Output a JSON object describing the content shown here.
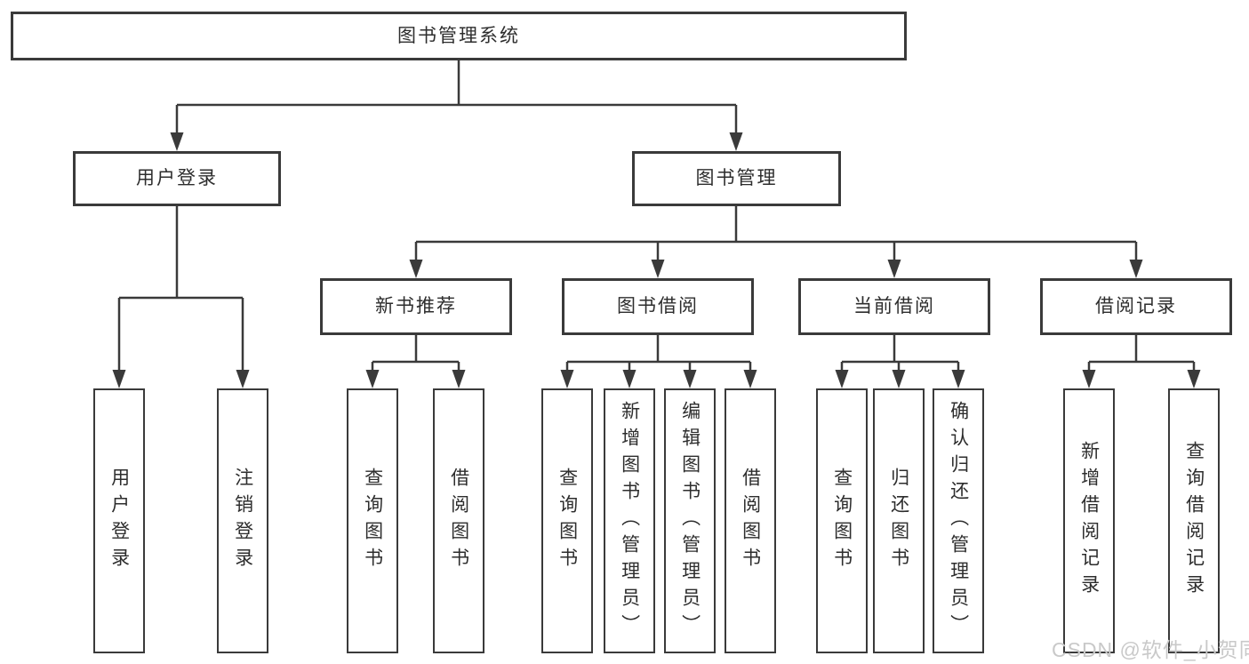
{
  "colors": {
    "line": "#3a3a3a",
    "box_border": "#3a3a3a",
    "box_fill": "#ffffff",
    "text": "#2d2d2d",
    "watermark": "#c9c9c9"
  },
  "watermark": {
    "text": "CSDN @软件_小贺同学"
  },
  "tree": {
    "root": {
      "label": "图书管理系统"
    },
    "branches": [
      {
        "label": "用户登录",
        "children": [
          {
            "label": "用户登录"
          },
          {
            "label": "注销登录"
          }
        ]
      },
      {
        "label": "图书管理",
        "children": [
          {
            "label": "新书推荐",
            "children": [
              {
                "label": "查询图书"
              },
              {
                "label": "借阅图书"
              }
            ]
          },
          {
            "label": "图书借阅",
            "children": [
              {
                "label": "查询图书"
              },
              {
                "label": "新增图书（管理员）"
              },
              {
                "label": "编辑图书（管理员）"
              },
              {
                "label": "借阅图书"
              }
            ]
          },
          {
            "label": "当前借阅",
            "children": [
              {
                "label": "查询图书"
              },
              {
                "label": "归还图书"
              },
              {
                "label": "确认归还（管理员）"
              }
            ]
          },
          {
            "label": "借阅记录",
            "children": [
              {
                "label": "新增借阅记录"
              },
              {
                "label": "查询借阅记录"
              }
            ]
          }
        ]
      }
    ]
  }
}
